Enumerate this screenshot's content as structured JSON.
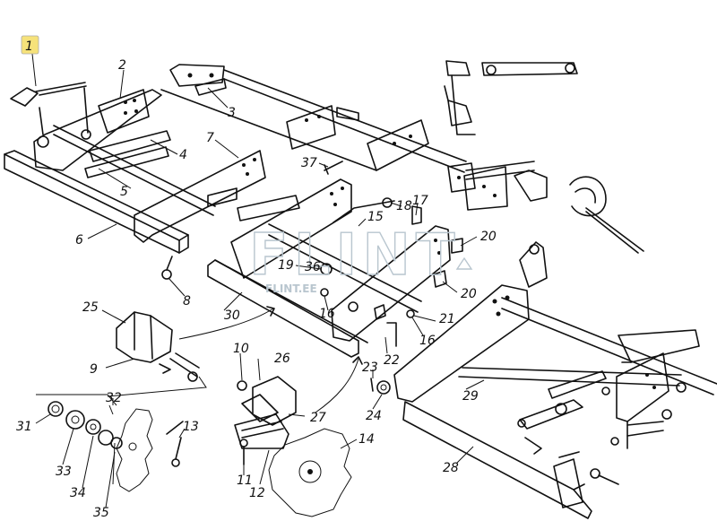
{
  "diagram": {
    "highlight_color": "#f6e27a",
    "callouts": [
      {
        "id": "1",
        "text": "1",
        "highlighted": true
      },
      {
        "id": "2",
        "text": "2"
      },
      {
        "id": "3",
        "text": "3"
      },
      {
        "id": "4",
        "text": "4"
      },
      {
        "id": "5",
        "text": "5"
      },
      {
        "id": "6",
        "text": "6"
      },
      {
        "id": "7",
        "text": "7"
      },
      {
        "id": "8",
        "text": "8"
      },
      {
        "id": "9",
        "text": "9"
      },
      {
        "id": "10",
        "text": "10"
      },
      {
        "id": "11",
        "text": "11"
      },
      {
        "id": "12",
        "text": "12"
      },
      {
        "id": "13",
        "text": "13"
      },
      {
        "id": "14",
        "text": "14"
      },
      {
        "id": "15",
        "text": "15"
      },
      {
        "id": "16a",
        "text": "16"
      },
      {
        "id": "16b",
        "text": "16"
      },
      {
        "id": "17",
        "text": "17"
      },
      {
        "id": "18",
        "text": "18"
      },
      {
        "id": "19",
        "text": "19"
      },
      {
        "id": "20a",
        "text": "20"
      },
      {
        "id": "20b",
        "text": "20"
      },
      {
        "id": "21",
        "text": "21"
      },
      {
        "id": "22",
        "text": "22"
      },
      {
        "id": "23",
        "text": "23"
      },
      {
        "id": "24",
        "text": "24"
      },
      {
        "id": "25",
        "text": "25"
      },
      {
        "id": "26",
        "text": "26"
      },
      {
        "id": "27",
        "text": "27"
      },
      {
        "id": "28",
        "text": "28"
      },
      {
        "id": "29",
        "text": "29"
      },
      {
        "id": "30",
        "text": "30"
      },
      {
        "id": "31",
        "text": "31"
      },
      {
        "id": "32",
        "text": "32"
      },
      {
        "id": "33",
        "text": "33"
      },
      {
        "id": "34",
        "text": "34"
      },
      {
        "id": "35",
        "text": "35"
      },
      {
        "id": "36",
        "text": "36"
      },
      {
        "id": "37",
        "text": "37"
      }
    ]
  },
  "watermark": {
    "logo_text": "FLINT",
    "url_text": "FLINT.EE"
  }
}
